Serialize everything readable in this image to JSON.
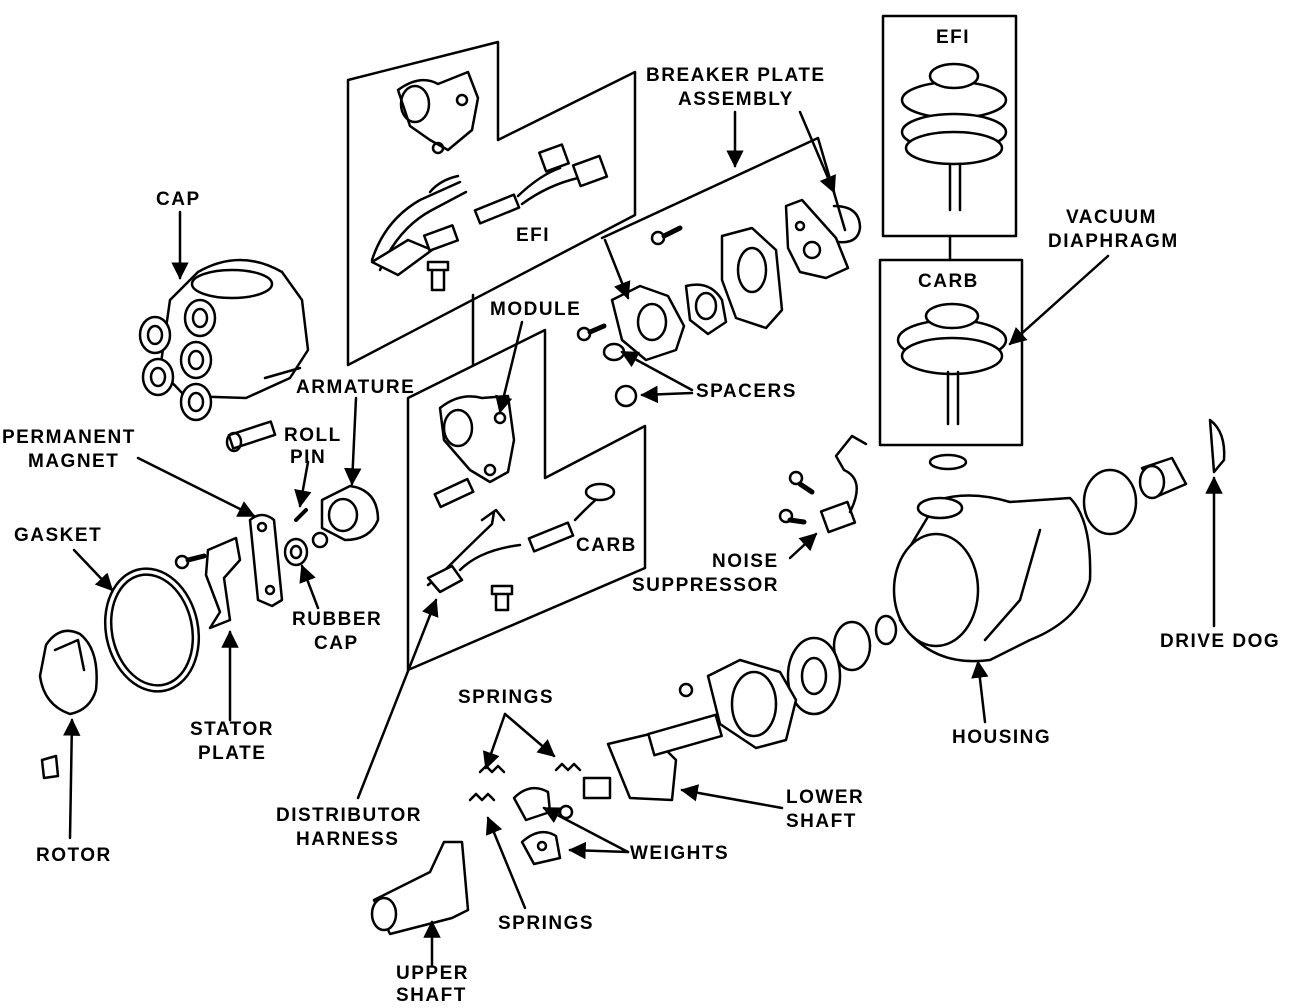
{
  "labels": {
    "cap": "CAP",
    "permanent_magnet_1": "PERMANENT",
    "permanent_magnet_2": "MAGNET",
    "gasket": "GASKET",
    "rotor": "ROTOR",
    "stator_plate_1": "STATOR",
    "stator_plate_2": "PLATE",
    "roll_pin_1": "ROLL",
    "roll_pin_2": "PIN",
    "armature": "ARMATURE",
    "rubber_cap_1": "RUBBER",
    "rubber_cap_2": "CAP",
    "module": "MODULE",
    "efi_harness": "EFI",
    "carb_harness": "CARB",
    "distributor_harness_1": "DISTRIBUTOR",
    "distributor_harness_2": "HARNESS",
    "breaker_plate_1": "BREAKER PLATE",
    "breaker_plate_2": "ASSEMBLY",
    "spacers": "SPACERS",
    "efi_diaphragm": "EFI",
    "carb_diaphragm": "CARB",
    "vacuum_diaphragm_1": "VACUUM",
    "vacuum_diaphragm_2": "DIAPHRAGM",
    "noise_suppressor_1": "NOISE",
    "noise_suppressor_2": "SUPPRESSOR",
    "drive_dog": "DRIVE DOG",
    "housing": "HOUSING",
    "springs_top": "SPRINGS",
    "springs_bottom": "SPRINGS",
    "weights": "WEIGHTS",
    "lower_shaft_1": "LOWER",
    "lower_shaft_2": "SHAFT",
    "upper_shaft_1": "UPPER",
    "upper_shaft_2": "SHAFT"
  },
  "colors": {
    "ink": "#000000",
    "paper": "#ffffff"
  }
}
